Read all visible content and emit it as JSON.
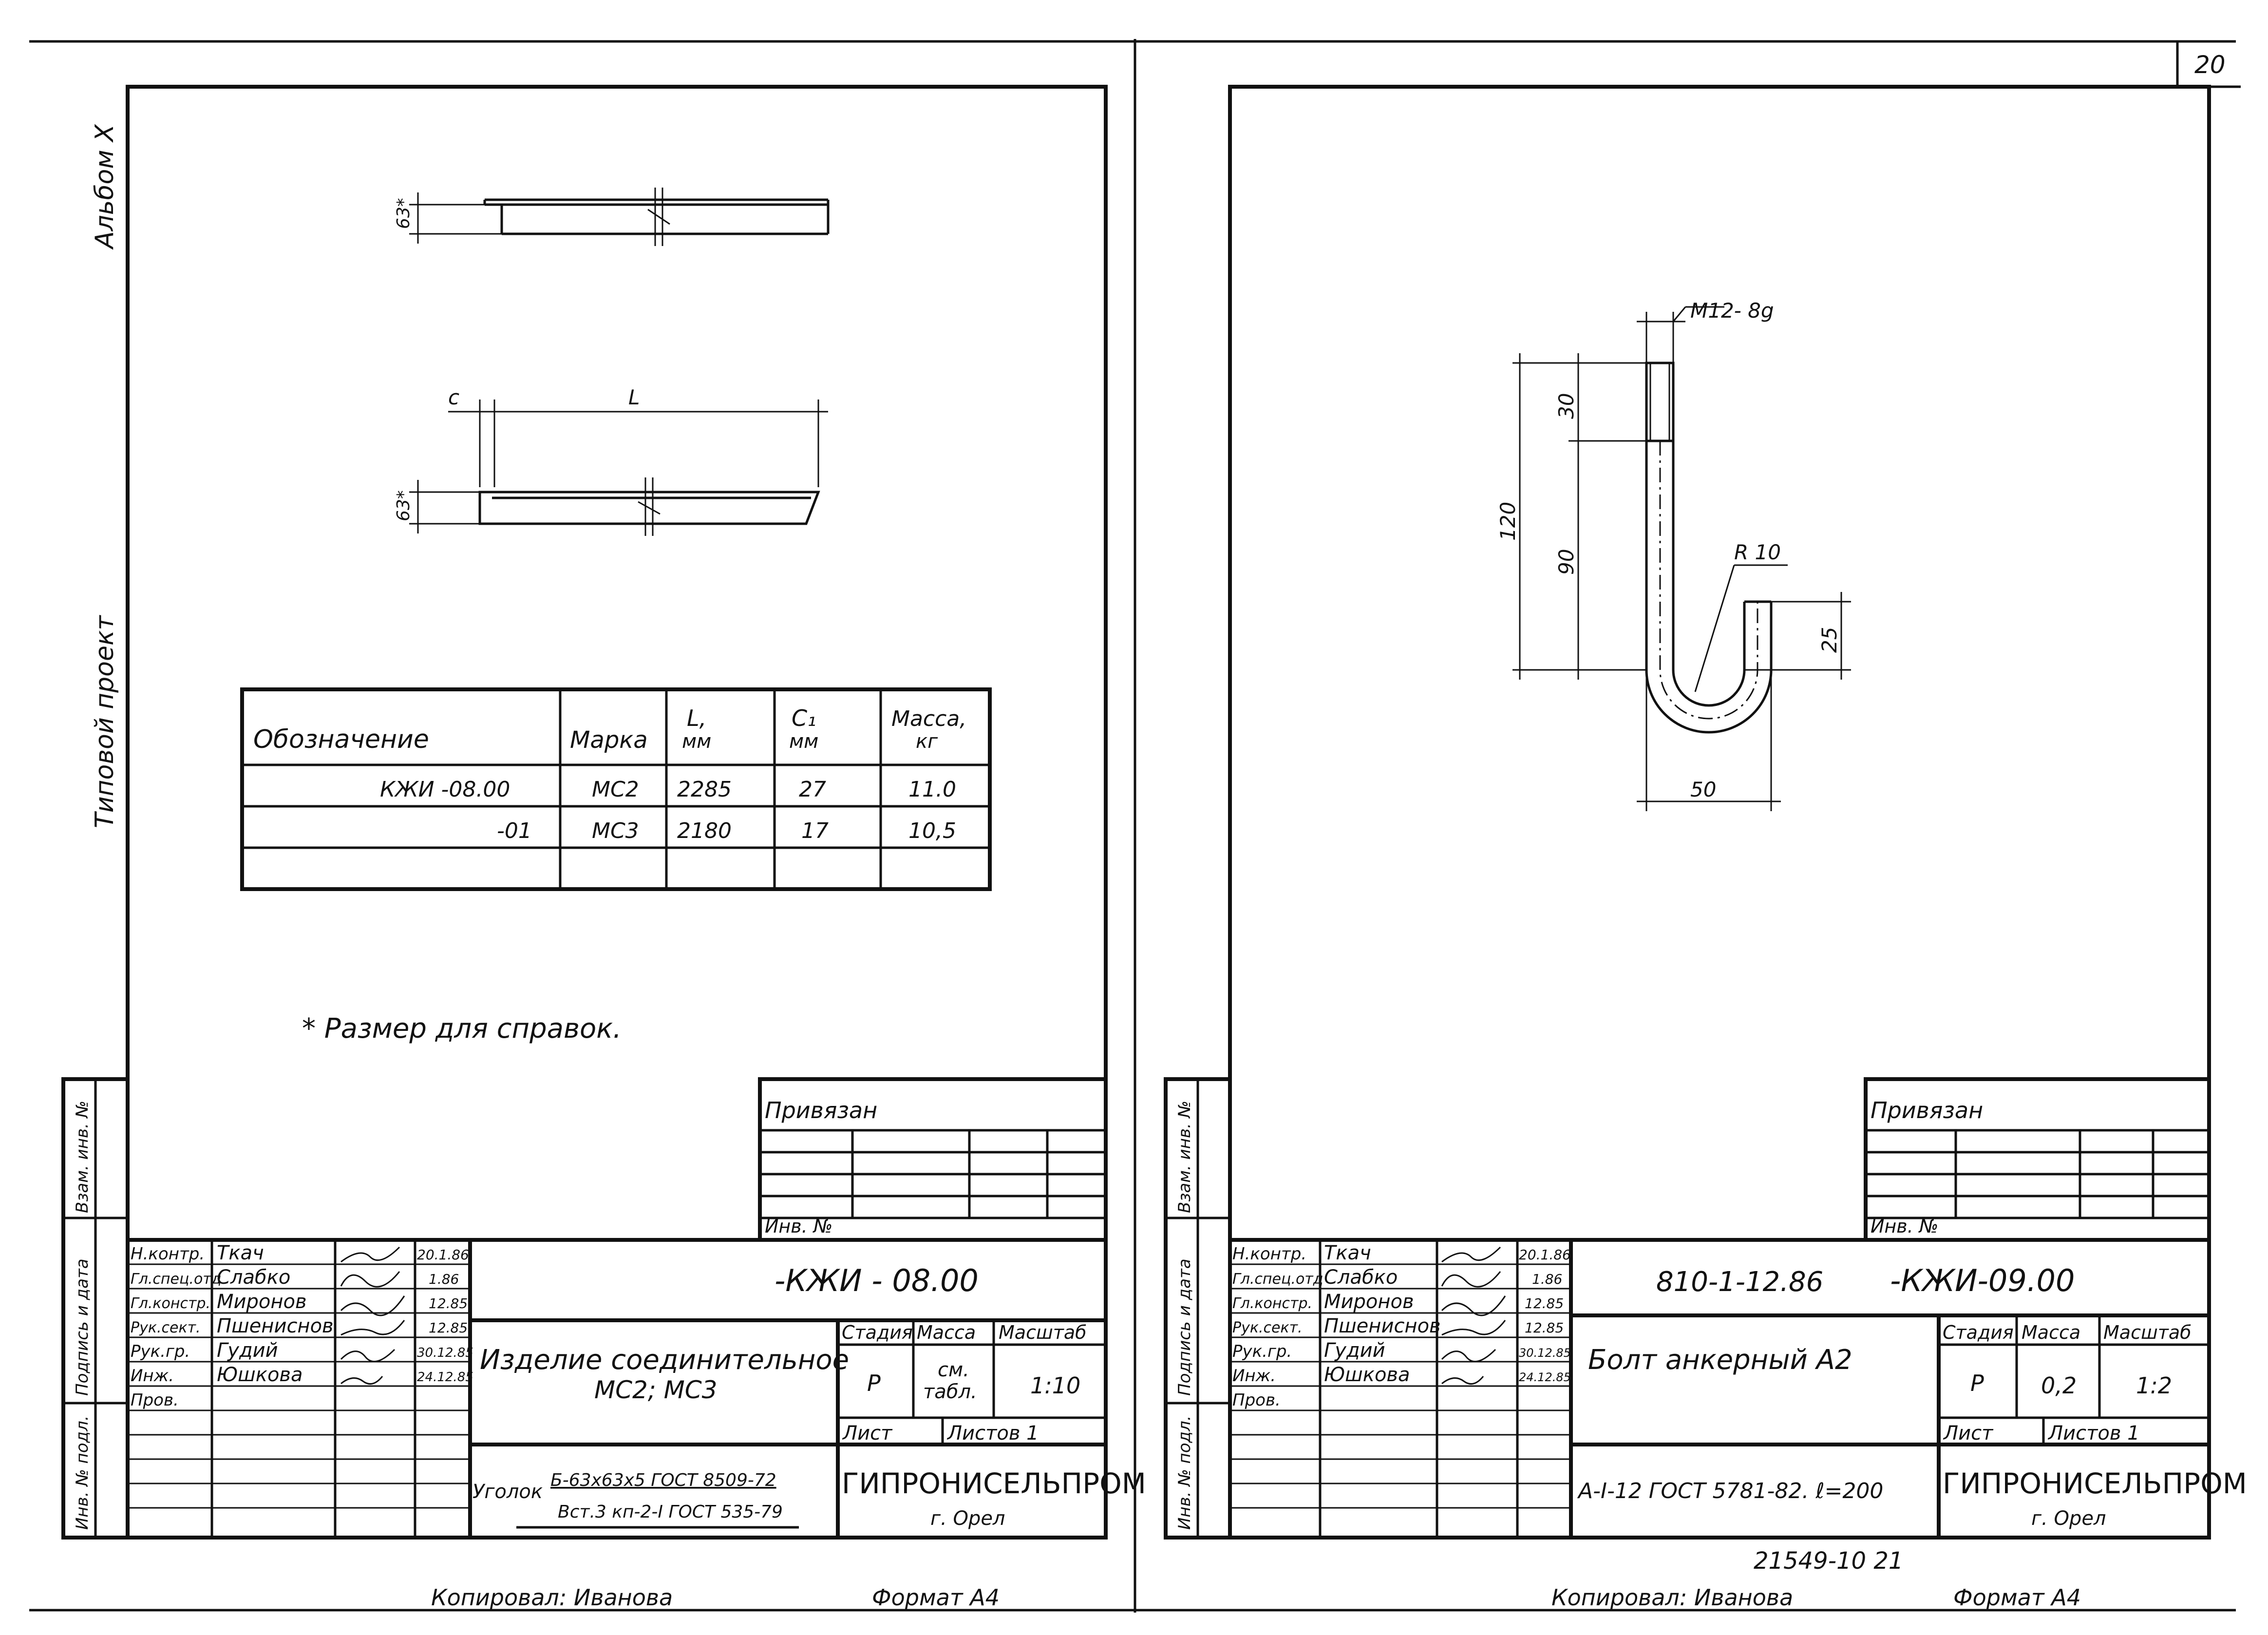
{
  "page_number": "20",
  "left_sheet": {
    "side_labels": {
      "album": "Альбом X",
      "project": "Типовой проект"
    },
    "stamp_side": [
      "Инв. № подл.",
      "Подпись и дата",
      "Взам. инв. №"
    ],
    "dimensions": {
      "d63_top": "63*",
      "d63_bottom": "63*",
      "c": "c",
      "L": "L"
    },
    "table": {
      "headers": [
        "Обозначение",
        "Марка",
        "L,\nмм",
        "C1\nмм",
        "Масса,\nкг"
      ],
      "rows": [
        [
          "КЖИ -08.00",
          "МС2",
          "2285",
          "27",
          "11.0"
        ],
        [
          "-01",
          "МС3",
          "2180",
          "17",
          "10,5"
        ]
      ]
    },
    "note": "* Размер для справок.",
    "privyazan": "Привязан",
    "inv_no": "Инв. №",
    "title_block": {
      "roles": [
        "Н.контр.",
        "Гл.спец.отд",
        "Гл.констр.",
        "Рук.сект.",
        "Рук.гр.",
        "Инж.",
        "Пров."
      ],
      "names": [
        "Ткач",
        "Слабко",
        "Миронов",
        "Пшениснов",
        "Гудий",
        "Юшкова",
        ""
      ],
      "dates": [
        "20.1.86",
        "1.86",
        "12.85",
        "12.85",
        "30.12.85",
        "24.12.85",
        ""
      ],
      "designation": "-КЖИ - 08.00",
      "title_line1": "Изделие соединительное",
      "title_line2": "МС2; МС3",
      "stage_hdr": "Стадия",
      "mass_hdr": "Масса",
      "scale_hdr": "Масштаб",
      "stage": "Р",
      "mass_line1": "см.",
      "mass_line2": "табл.",
      "scale": "1:10",
      "sheet_lbl": "Лист",
      "sheets_lbl": "Листов 1",
      "material_prefix": "Уголок",
      "material_line1": "Б-63х63х5 ГОСТ 8509-72",
      "material_line2": "Вст.3 кп-2-I ГОСТ 535-79",
      "org": "ГИПРОНИСЕЛЬПРОМ",
      "city": "г. Орел"
    },
    "copied": "Копировал: Иванова",
    "format": "Формат А4"
  },
  "right_sheet": {
    "stamp_side": [
      "Инв. № подл.",
      "Подпись и дата",
      "Взам. инв. №"
    ],
    "dimensions": {
      "thread": "М12- 8g",
      "d30": "30",
      "d120": "120",
      "d90": "90",
      "r10": "R 10",
      "d25": "25",
      "d50": "50"
    },
    "privyazan": "Привязан",
    "inv_no": "Инв. №",
    "title_block": {
      "roles": [
        "Н.контр.",
        "Гл.спец.отд",
        "Гл.констр.",
        "Рук.сект.",
        "Рук.гр.",
        "Инж.",
        "Пров."
      ],
      "names": [
        "Ткач",
        "Слабко",
        "Миронов",
        "Пшениснов",
        "Гудий",
        "Юшкова",
        ""
      ],
      "dates": [
        "20.1.86",
        "1.86",
        "12.85",
        "12.85",
        "30.12.85",
        "24.12.85",
        ""
      ],
      "project_code": "810-1-12.86",
      "designation": "-КЖИ-09.00",
      "title": "Болт анкерный А2",
      "stage_hdr": "Стадия",
      "mass_hdr": "Масса",
      "scale_hdr": "Масштаб",
      "stage": "Р",
      "mass": "0,2",
      "scale": "1:2",
      "sheet_lbl": "Лист",
      "sheets_lbl": "Листов 1",
      "material": "А-I-12 ГОСТ 5781-82. ℓ=200",
      "org": "ГИПРОНИСЕЛЬПРОМ",
      "city": "г. Орел"
    },
    "order_no": "21549-10  21",
    "copied": "Копировал: Иванова",
    "format": "Формат А4"
  }
}
